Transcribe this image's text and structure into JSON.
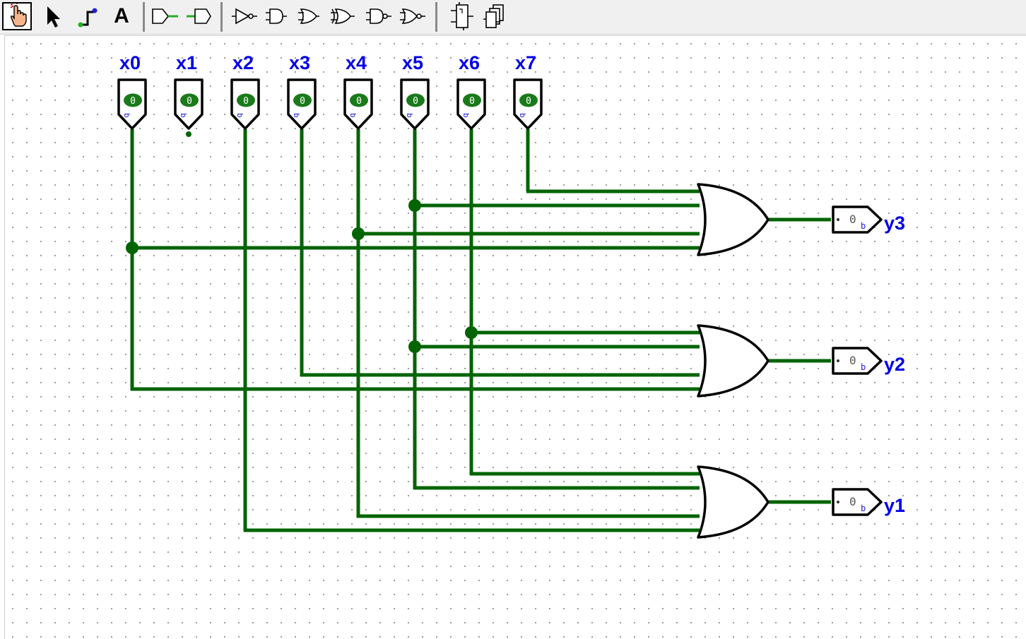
{
  "toolbar": {
    "tools": [
      {
        "name": "poke-tool-icon"
      },
      {
        "name": "select-tool-icon"
      },
      {
        "name": "wiring-tool-icon"
      },
      {
        "name": "text-tool-icon",
        "label": "A"
      },
      {
        "name": "add-input-pin-icon"
      },
      {
        "name": "add-output-pin-icon"
      },
      {
        "name": "not-gate-icon"
      },
      {
        "name": "and-gate-icon"
      },
      {
        "name": "or-gate-icon"
      },
      {
        "name": "xor-gate-icon"
      },
      {
        "name": "nand-gate-icon"
      },
      {
        "name": "nor-gate-icon"
      },
      {
        "name": "subcircuit-icon"
      },
      {
        "name": "multiple-subcircuit-icon"
      }
    ]
  },
  "circuit": {
    "inputs": [
      {
        "label": "x0",
        "value": "0"
      },
      {
        "label": "x1",
        "value": "0"
      },
      {
        "label": "x2",
        "value": "0"
      },
      {
        "label": "x3",
        "value": "0"
      },
      {
        "label": "x4",
        "value": "0"
      },
      {
        "label": "x5",
        "value": "0"
      },
      {
        "label": "x6",
        "value": "0"
      },
      {
        "label": "x7",
        "value": "0"
      }
    ],
    "input_radix": "b",
    "outputs": [
      {
        "label": "y3",
        "value": "0",
        "radix": "b"
      },
      {
        "label": "y2",
        "value": "0",
        "radix": "b"
      },
      {
        "label": "y1",
        "value": "0",
        "radix": "b"
      }
    ]
  },
  "colors": {
    "wire": "#006400",
    "label": "#0000e6",
    "pin_value": "#1a7a1a",
    "grid_dot": "#8c8c8c"
  }
}
